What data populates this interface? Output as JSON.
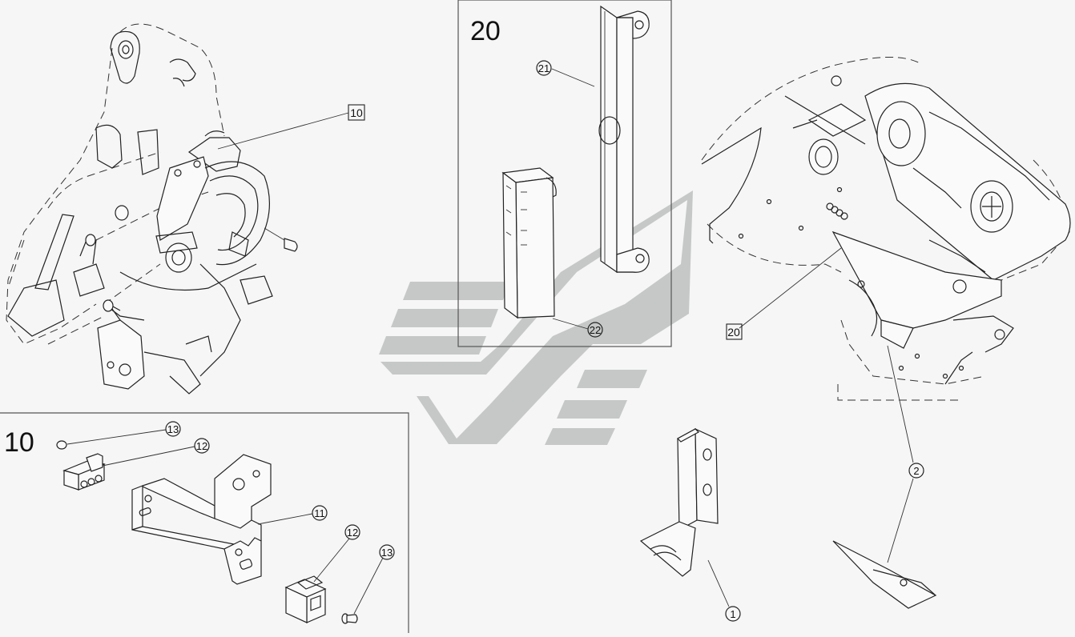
{
  "insets": [
    {
      "id": "inset-10",
      "label": "10"
    },
    {
      "id": "inset-20",
      "label": "20"
    }
  ],
  "callouts": {
    "main_assembly_10": "10",
    "main_assembly_20": "20",
    "inset20_21": "21",
    "inset20_22": "22",
    "inset10_13a": "13",
    "inset10_12a": "12",
    "inset10_11": "11",
    "inset10_12b": "12",
    "inset10_13b": "13",
    "part_1": "1",
    "part_2": "2"
  }
}
